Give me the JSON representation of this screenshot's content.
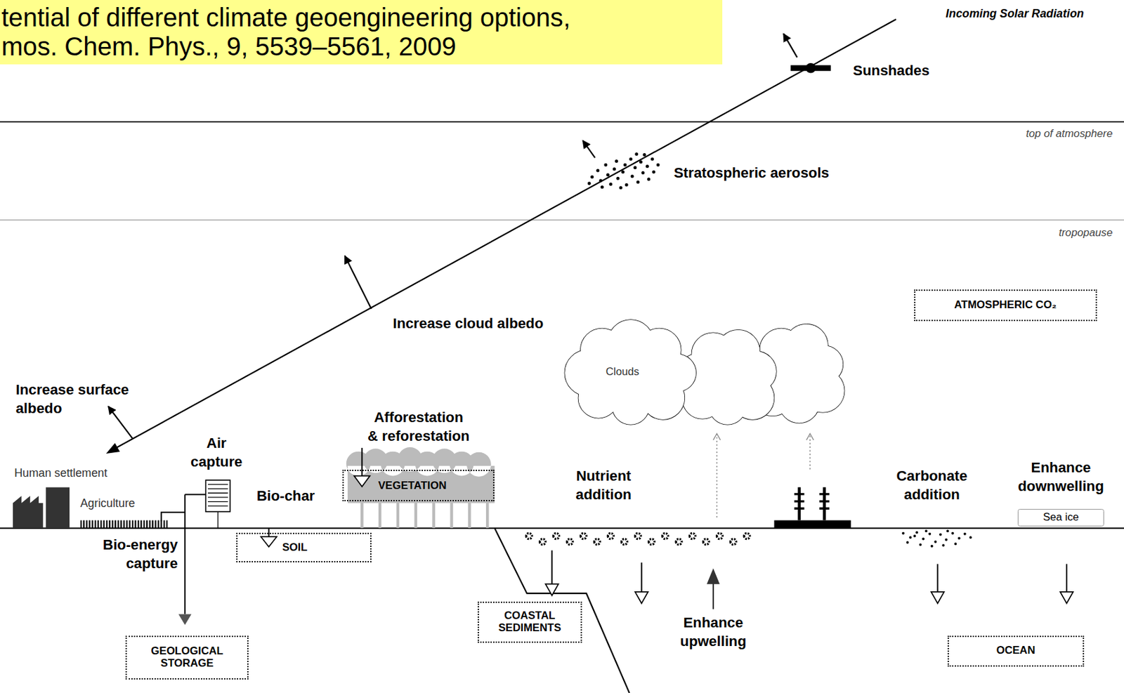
{
  "diagram": {
    "nodes": [
      {
        "text": [
          "tential of different climate geoengineering options, mos. Chem. Phys., 9, 5539–5561, 2009"
        ]
      },
      {
        "text": [
          "ATMOSPHERIC CO₂"
        ]
      },
      {
        "text": [
          "Clouds"
        ]
      },
      {
        "text": [
          "VEGETATION"
        ]
      },
      {
        "text": [
          "Sea ice"
        ]
      },
      {
        "text": [
          "SOIL"
        ]
      },
      {
        "text": [
          "COASTAL SEDIMENTS"
        ]
      },
      {
        "text": [
          "GEOLOGICAL STORAGE"
        ]
      },
      {
        "text": [
          "OCEAN"
        ]
      }
    ],
    "labels": [
      "Incoming Solar Radiation",
      "Sunshades",
      "top of atmosphere",
      "Stratospheric aerosols",
      "tropopause",
      "Increase cloud albedo",
      "Increase surface albedo",
      "Human settlement",
      "Air capture",
      "Afforestation & reforestation",
      "Nutrient addition",
      "Carbonate addition",
      "Enhance downwelling",
      "Agriculture",
      "Bio-char",
      "Bio-energy capture",
      "Enhance upwelling"
    ]
  }
}
